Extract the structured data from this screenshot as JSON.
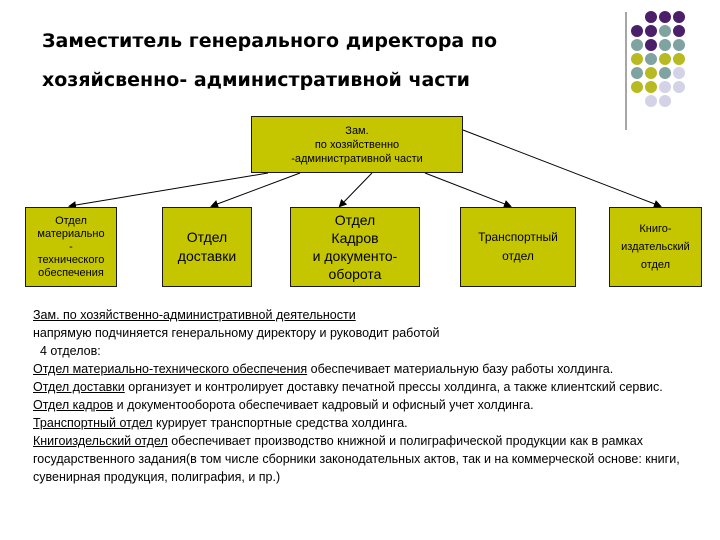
{
  "title": {
    "line1": "Заместитель генерального директора по",
    "line2": "хозяйсвенно- административной части"
  },
  "colors": {
    "box_fill": "#c6c600",
    "dot_purple": "#4b1f6a",
    "dot_teal": "#7fa3a0",
    "dot_olive": "#b8ba22",
    "dot_lavender": "#d4d2e6"
  },
  "org_chart": {
    "top": "Зам.\nпо хозяйственно\n-административной части",
    "departments": [
      "Отдел\nматериально\n-\nтехнического\nобеспечения",
      "Отдел\nдоставки",
      "Отдел\nКадров\nи документо-\nоборота",
      "Транспортный\nотдел",
      "Книго-\nиздательский\nотдел"
    ]
  },
  "description": {
    "heading": "Зам. по хозяйственно-административной деятельности",
    "intro_1": "напрямую подчиняется генеральному директору и руководит работой",
    "intro_2": "  4 отделов:",
    "items": [
      {
        "name": "Отдел материально-технического обеспечения",
        "text": " обеспечивает материальную базу работы холдинга."
      },
      {
        "name": "Отдел доставки",
        "text": " организует и контролирует доставку печатной прессы холдинга, а также клиентский сервис."
      },
      {
        "name": "Отдел кадров",
        "text": " и документооборота обеспечивает кадровый и офисный учет холдинга."
      },
      {
        "name": "Транспортный отдел",
        "text": " курирует транспортные средства холдинга."
      },
      {
        "name": "Книгоиздельский отдел",
        "text": " обеспечивает производство книжной и полиграфической продукции как в рамках государственного задания(в том числе сборники законодательных актов, так и на коммерческой основе: книги, сувенирная продукция, полиграфия, и пр.)"
      }
    ]
  }
}
